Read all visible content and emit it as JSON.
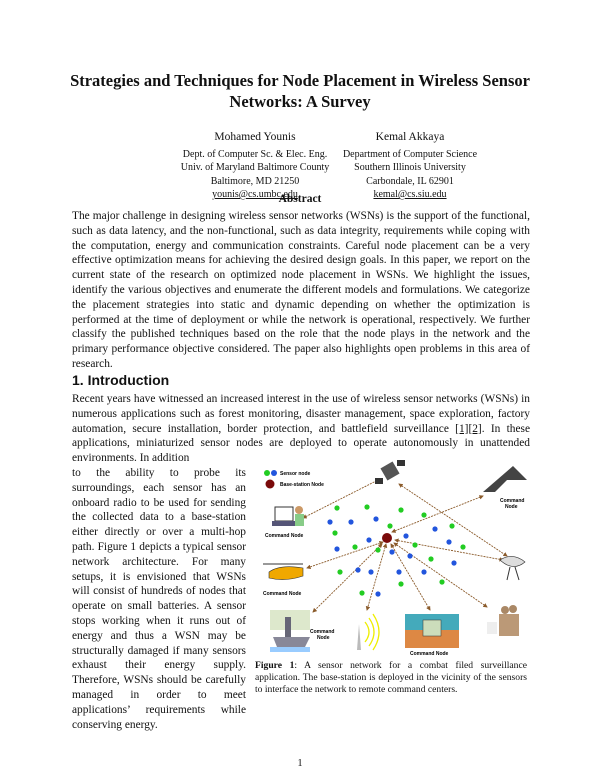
{
  "title": "Strategies and Techniques for Node Placement in Wireless Sensor Networks: A Survey",
  "authors": [
    {
      "name": "Mohamed Younis",
      "dept": "Dept. of Computer Sc. & Elec. Eng.",
      "univ": "Univ. of Maryland Baltimore County",
      "city": "Baltimore, MD 21250",
      "email": "younis@cs.umbc.edu"
    },
    {
      "name": "Kemal Akkaya",
      "dept": "Department of Computer Science",
      "univ": "Southern Illinois University",
      "city": "Carbondale, IL 62901",
      "email": "kemal@cs.siu.edu"
    }
  ],
  "abstract": {
    "heading": "Abstract",
    "text": "The major challenge in designing wireless sensor networks (WSNs) is the support of the functional, such as data latency, and the non-functional, such as data integrity, requirements while coping with the computation, energy and communication constraints. Careful node placement can be a very effective optimization means for achieving the desired design goals. In this paper, we report on the current state of the research on optimized node placement in WSNs. We highlight the issues, identify the various objectives and enumerate the different models and formulations. We categorize the placement strategies into static and dynamic depending on whether the optimization is performed at the time of deployment or while the network is operational, respectively. We further classify the published techniques based on the role that the node plays in the network and the primary performance objective considered. The paper also highlights open problems in this area of research."
  },
  "intro": {
    "heading": "1.  Introduction",
    "part1_text": "Recent years have witnessed an increased interest in the use of wireless sensor networks (WSNs) in numerous applications such as forest monitoring, disaster management, space exploration, factory automation, secure installation, border protection, and battlefield surveillance ",
    "citation": "[1][2]",
    "part1_end": ". In these applications, miniaturized sensor nodes are deployed to operate autonomously in unattended environments. In addition",
    "part2_text": "to the ability to probe its surroundings, each sensor has an onboard radio to be used for sending the collected data to a base-station either directly or over a multi-hop path. Figure 1 depicts a typical sensor network architecture. For many setups, it is envisioned that WSNs will consist of hundreds of nodes that operate on small batteries. A sensor stops working when it runs out of energy and thus a WSN may be structurally damaged if many sensors exhaust their energy supply. Therefore, WSNs should be carefully managed in order to meet applications’ requirements while conserving energy."
  },
  "figure": {
    "legend": [
      "Sensor node",
      "Base-station Node"
    ],
    "node_label": "Command Node",
    "node_label_top": "Command",
    "node_label_bottom": "Node",
    "colors": {
      "sensor_green": "#22cc22",
      "sensor_blue": "#2255dd",
      "base_station": "#7a0a0a",
      "arrow": "#8a5a2a"
    },
    "caption_label": "Figure 1",
    "caption_text": ": A sensor network for a combat filed surveillance application. The base-station is deployed in the vicinity of the sensors to interface the network to remote command centers."
  },
  "page_number": "1"
}
